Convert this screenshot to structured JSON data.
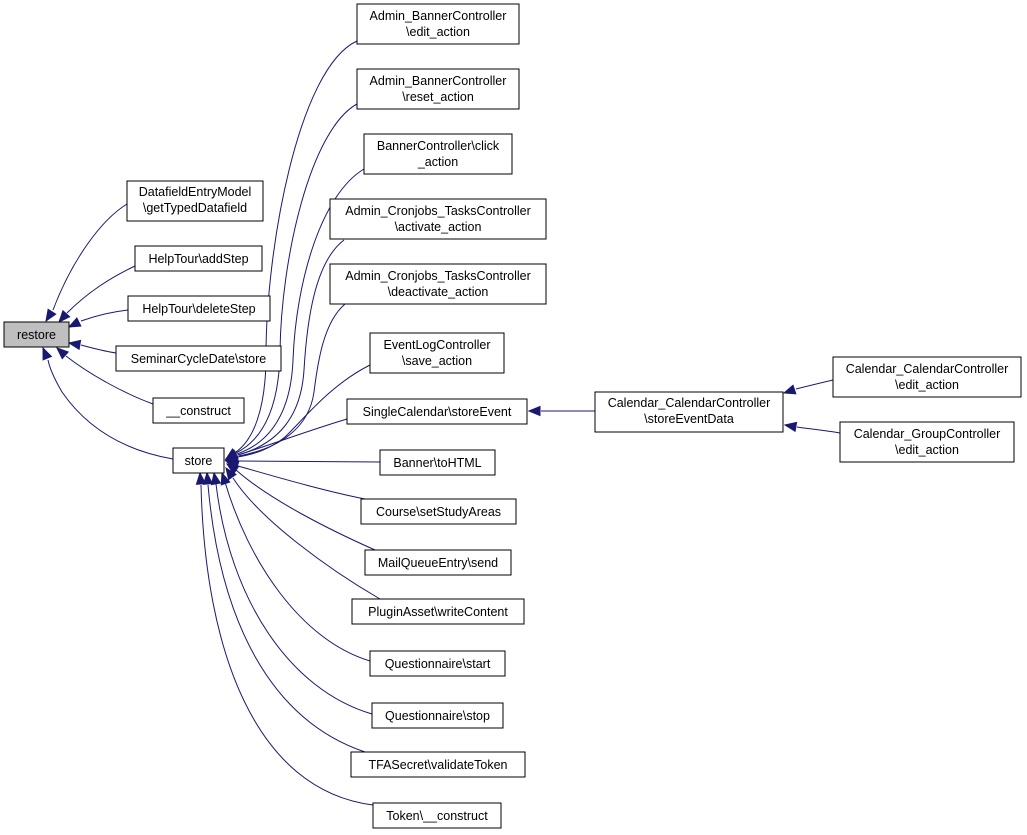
{
  "graph": {
    "colors": {
      "edge": "#191970",
      "root_fill": "#bfbfbf",
      "node_fill": "#ffffff",
      "node_stroke": "#000000"
    },
    "nodes": {
      "restore": {
        "lines": [
          "restore"
        ]
      },
      "getTypedDatafield": {
        "lines": [
          "DatafieldEntryModel",
          "\\getTypedDatafield"
        ]
      },
      "addStep": {
        "lines": [
          "HelpTour\\addStep"
        ]
      },
      "deleteStep": {
        "lines": [
          "HelpTour\\deleteStep"
        ]
      },
      "seminarStore": {
        "lines": [
          "SeminarCycleDate\\store"
        ]
      },
      "construct": {
        "lines": [
          "__construct"
        ]
      },
      "store": {
        "lines": [
          "store"
        ]
      },
      "bannerEdit": {
        "lines": [
          "Admin_BannerController",
          "\\edit_action"
        ]
      },
      "bannerReset": {
        "lines": [
          "Admin_BannerController",
          "\\reset_action"
        ]
      },
      "bannerClick": {
        "lines": [
          "BannerController\\click",
          "_action"
        ]
      },
      "cronActivate": {
        "lines": [
          "Admin_Cronjobs_TasksController",
          "\\activate_action"
        ]
      },
      "cronDeactivate": {
        "lines": [
          "Admin_Cronjobs_TasksController",
          "\\deactivate_action"
        ]
      },
      "eventLogSave": {
        "lines": [
          "EventLogController",
          "\\save_action"
        ]
      },
      "storeEvent": {
        "lines": [
          "SingleCalendar\\storeEvent"
        ]
      },
      "toHTML": {
        "lines": [
          "Banner\\toHTML"
        ]
      },
      "setStudyAreas": {
        "lines": [
          "Course\\setStudyAreas"
        ]
      },
      "mailSend": {
        "lines": [
          "MailQueueEntry\\send"
        ]
      },
      "writeContent": {
        "lines": [
          "PluginAsset\\writeContent"
        ]
      },
      "qStart": {
        "lines": [
          "Questionnaire\\start"
        ]
      },
      "qStop": {
        "lines": [
          "Questionnaire\\stop"
        ]
      },
      "validateToken": {
        "lines": [
          "TFASecret\\validateToken"
        ]
      },
      "tokenConstruct": {
        "lines": [
          "Token\\__construct"
        ]
      },
      "storeEventData": {
        "lines": [
          "Calendar_CalendarController",
          "\\storeEventData"
        ]
      },
      "calEdit": {
        "lines": [
          "Calendar_CalendarController",
          "\\edit_action"
        ]
      },
      "groupEdit": {
        "lines": [
          "Calendar_GroupController",
          "\\edit_action"
        ]
      }
    },
    "edges": [
      {
        "from": "getTypedDatafield",
        "to": "restore"
      },
      {
        "from": "addStep",
        "to": "restore"
      },
      {
        "from": "deleteStep",
        "to": "restore"
      },
      {
        "from": "seminarStore",
        "to": "restore"
      },
      {
        "from": "construct",
        "to": "restore"
      },
      {
        "from": "store",
        "to": "restore"
      },
      {
        "from": "bannerEdit",
        "to": "store"
      },
      {
        "from": "bannerReset",
        "to": "store"
      },
      {
        "from": "bannerClick",
        "to": "store"
      },
      {
        "from": "cronActivate",
        "to": "store"
      },
      {
        "from": "cronDeactivate",
        "to": "store"
      },
      {
        "from": "eventLogSave",
        "to": "store"
      },
      {
        "from": "storeEvent",
        "to": "store"
      },
      {
        "from": "toHTML",
        "to": "store"
      },
      {
        "from": "setStudyAreas",
        "to": "store"
      },
      {
        "from": "mailSend",
        "to": "store"
      },
      {
        "from": "writeContent",
        "to": "store"
      },
      {
        "from": "qStart",
        "to": "store"
      },
      {
        "from": "qStop",
        "to": "store"
      },
      {
        "from": "validateToken",
        "to": "store"
      },
      {
        "from": "tokenConstruct",
        "to": "store"
      },
      {
        "from": "storeEventData",
        "to": "storeEvent"
      },
      {
        "from": "calEdit",
        "to": "storeEventData"
      },
      {
        "from": "groupEdit",
        "to": "storeEventData"
      }
    ]
  }
}
